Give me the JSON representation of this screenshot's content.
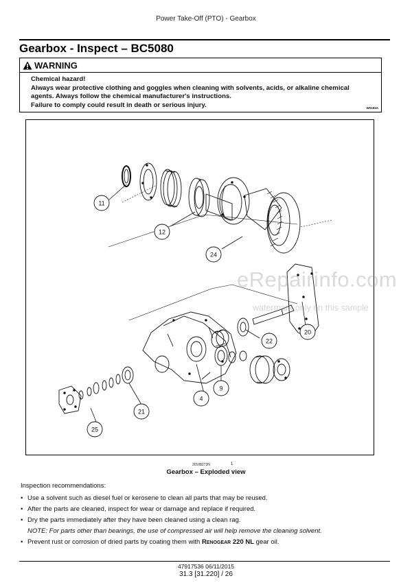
{
  "header": {
    "text": "Power Take-Off (PTO) - Gearbox"
  },
  "section": {
    "title": "Gearbox - Inspect – BC5080"
  },
  "warning": {
    "label": "WARNING",
    "lines": [
      "Chemical hazard!",
      "Always wear protective clothing and goggles when cleaning with solvents, acids, or alkaline chemical",
      "agents.  Always follow the chemical manufacturer's instructions.",
      "Failure to comply could result in death or serious injury."
    ],
    "code": "W0193A"
  },
  "figure": {
    "callouts": [
      "11",
      "12",
      "24",
      "20",
      "22",
      "9",
      "4",
      "21",
      "25"
    ],
    "image_id": "20108273N",
    "number": "1",
    "caption": "Gearbox – Exploded view"
  },
  "watermark": {
    "main": "eRepairinfo.com",
    "sub": "watermark only on this sample"
  },
  "inspection": {
    "title": "Inspection recommendations:",
    "items": [
      "Use a solvent such as diesel fuel or kerosene to clean all parts that may be reused.",
      "After the parts are cleaned, inspect for wear or damage and replace if required.",
      "Dry the parts immediately after they have been cleaned using a clean rag."
    ],
    "note": "NOTE: For parts other than bearings, the use of compressed air will help remove the cleaning solvent.",
    "last_item_pre": "Prevent rust or corrosion of dried parts by coating them with ",
    "last_item_product": "Renogear 220 NL",
    "last_item_post": " gear oil."
  },
  "footer": {
    "doc": "47917536 06/11/2015",
    "page": "31.3 [31.220] / 26"
  }
}
